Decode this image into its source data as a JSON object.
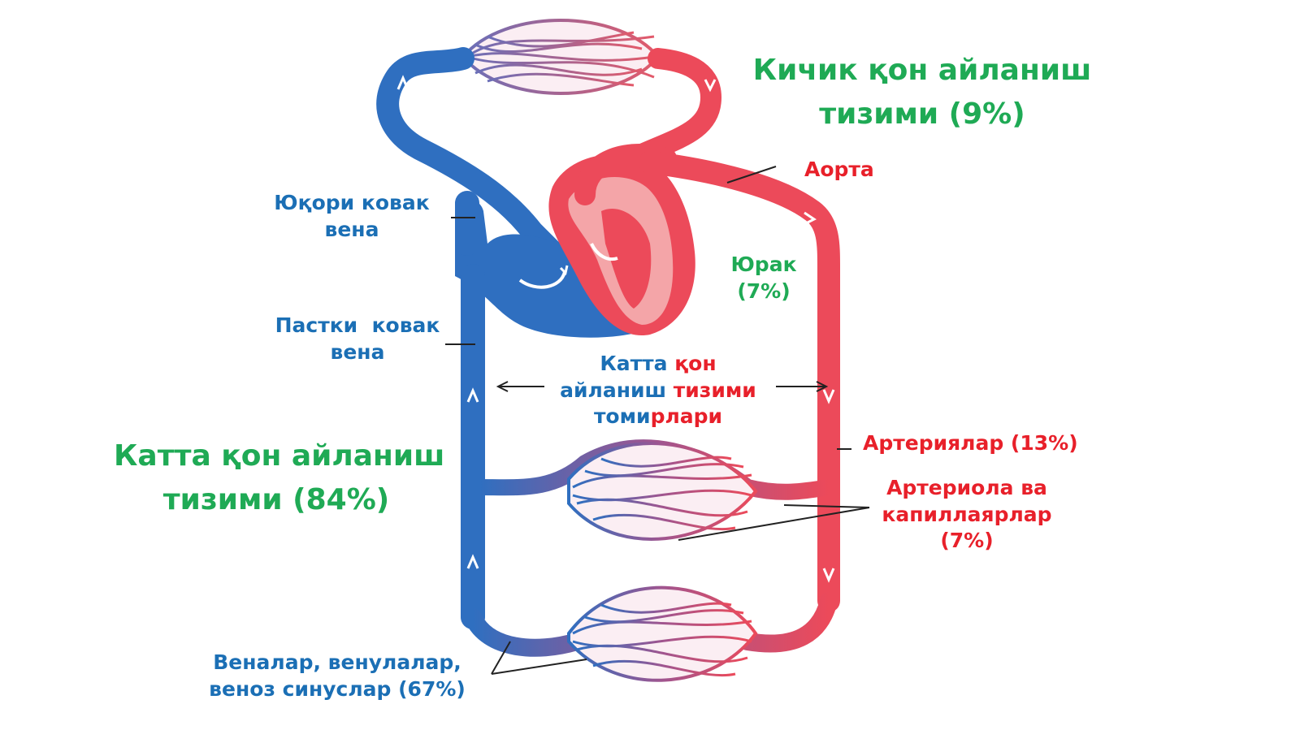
{
  "colors": {
    "vein": "#2f6fc0",
    "artery": "#ec4a5a",
    "heart_light": "#f4a5a8",
    "label_green": "#1faa55",
    "label_blue": "#1b6fb5",
    "label_red": "#e8202a",
    "leader": "#222222"
  },
  "labels": {
    "pulmonary": {
      "line1": "Кичик қон айланиш",
      "line2": "тизими (9%)"
    },
    "aorta": "Аорта",
    "superior_vena": {
      "line1": "Юқори ковак",
      "line2": "вена"
    },
    "heart": {
      "line1": "Юрак",
      "line2": "(7%)"
    },
    "inferior_vena": {
      "line1": "Пастки  ковак",
      "line2": "вена"
    },
    "center": {
      "line1_blue": "Катта ",
      "line1_red": "қон",
      "line2_blue": "айланиш ",
      "line2_red": "тизими",
      "line3_blue": "томи",
      "line3_red": "рлари"
    },
    "systemic": {
      "line1": "Катта қон айланиш",
      "line2": "тизими (84%)"
    },
    "arteries": "Артериялар (13%)",
    "arterioles": {
      "line1": "Артериола ва",
      "line2": "капиллаярлар",
      "line3": "(7%)"
    },
    "veins": {
      "line1": "Веналар, венулалар,",
      "line2": "веноз синуслар (67%)"
    }
  }
}
